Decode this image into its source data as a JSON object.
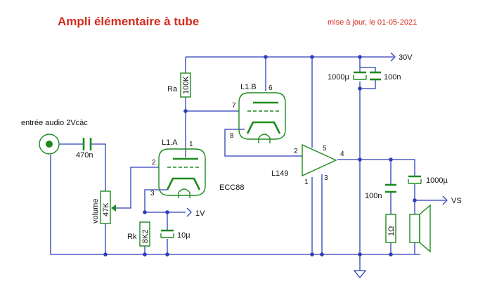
{
  "title": "Ampli élémentaire à tube",
  "date": "mise à jour, le 01-05-2021",
  "labels": {
    "input": "entrée audio 2Vcàc",
    "c_in": "470n",
    "volume_name": "volume",
    "volume_value": "47K",
    "ra_name": "Ra",
    "ra_value": "100K",
    "rk_name": "Rk",
    "rk_value": "8K2",
    "ck_value": "10µ",
    "v1": "1V",
    "tube_a": "L1.A",
    "tube_b": "L1.B",
    "tube_type": "ECC88",
    "pin1": "1",
    "pin2": "2",
    "pin3": "3",
    "pin6": "6",
    "pin7": "7",
    "pin8": "8",
    "amp": "L149",
    "amp_pin2": "2",
    "amp_pin4": "4",
    "amp_pin5": "5",
    "amp_pin1": "1",
    "amp_pin3": "3",
    "supply": "30V",
    "c_sup1": "1000µ",
    "c_sup2": "100n",
    "c_zobel": "100n",
    "r_zobel": "1Ω",
    "c_out": "1000µ",
    "vs": "VS"
  },
  "colors": {
    "title": "#d42a1e",
    "wire": "#2c3fb8",
    "component": "#1e8a1e",
    "text": "#111111"
  }
}
